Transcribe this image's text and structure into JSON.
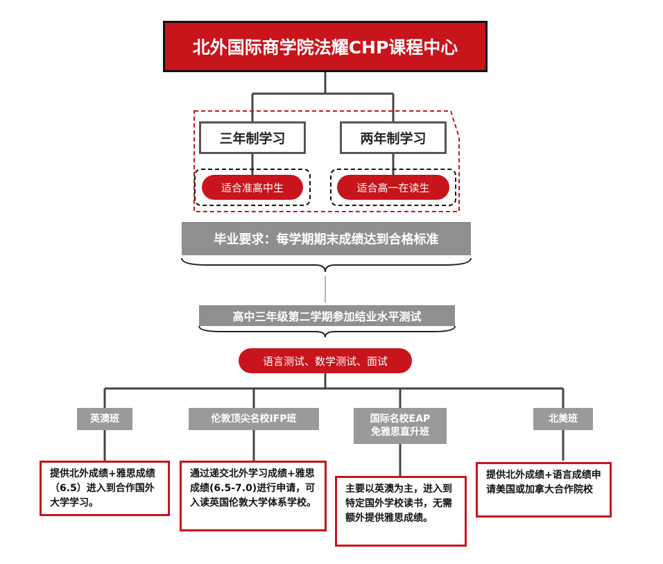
{
  "title": "北外国际商学院法耀CHP课程中心",
  "programs": [
    {
      "name": "三年制学习",
      "note": "适合准高中生"
    },
    {
      "name": "两年制学习",
      "note": "适合高一在读生"
    }
  ],
  "graduation": "毕业要求：每学期期末成绩达到合格标准",
  "test_stage": "高中三年级第二学期参加结业水平测试",
  "tests": "语言测试、数学测试、面试",
  "tracks": [
    {
      "label": "英澳班",
      "desc": "提供北外成绩+雅思成绩（6.5）进入到合作国外大学学习。"
    },
    {
      "label": "伦敦顶尖名校IFP班",
      "desc": "通过递交北外学习成绩+雅思成绩(6.5-7.0)进行申请，可入读英国伦敦大学体系学校。"
    },
    {
      "label_line1": "国际名校EAP",
      "label_line2": "免雅思直升班",
      "desc": "主要以英澳为主，进入到特定国外学校读书，无需额外提供雅思成绩。"
    },
    {
      "label": "北美班",
      "desc": "提供北外成绩+语言成绩申请美国或加拿大合作院校"
    }
  ]
}
